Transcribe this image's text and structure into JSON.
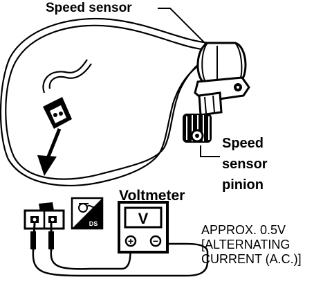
{
  "labels": {
    "speed_sensor": "Speed sensor",
    "speed_sensor_pinion": [
      "Speed",
      "sensor",
      "pinion"
    ],
    "voltmeter": "Voltmeter",
    "voltmeter_face": "V",
    "terminal_plus": "+",
    "terminal_minus": "−",
    "meter_selector_mark": "DS",
    "measurement_note": [
      "APPROX. 0.5V",
      "[ALTERNATING",
      "CURRENT (A.C.)]"
    ]
  },
  "colors": {
    "ink": "#000000",
    "paper": "#ffffff"
  }
}
